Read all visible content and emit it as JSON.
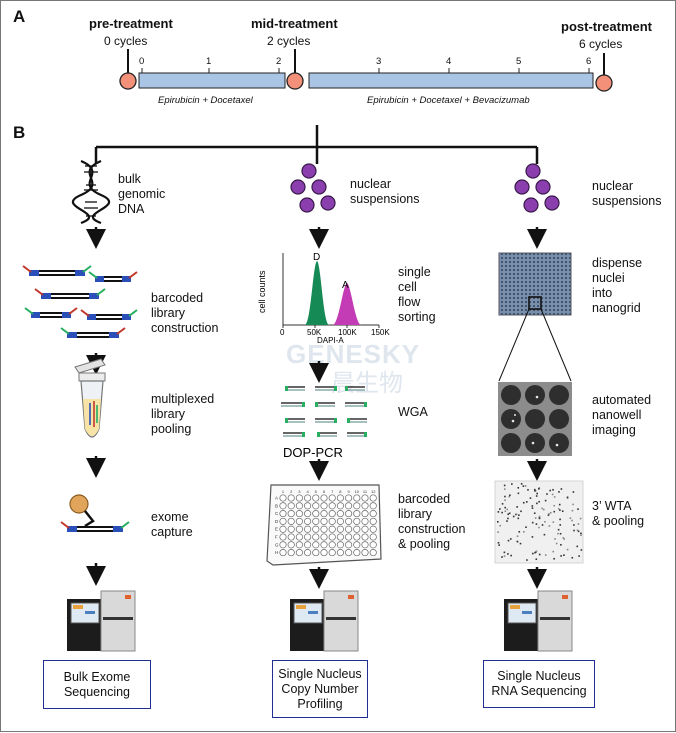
{
  "panel_a": {
    "letter": "A",
    "timepoints": [
      {
        "title": "pre-treatment",
        "cycles": "0 cycles"
      },
      {
        "title": "mid-treatment",
        "cycles": "2 cycles"
      },
      {
        "title": "post-treatment",
        "cycles": "6 cycles"
      }
    ],
    "ticks": [
      "0",
      "1",
      "2",
      "3",
      "4",
      "5",
      "6"
    ],
    "regimen_1": "Epirubicin + Docetaxel",
    "regimen_2": "Epirubicin + Docetaxel + Bevacizumab",
    "colors": {
      "circle": "#f2907a",
      "bar": "#a9c4e4"
    }
  },
  "panel_b": {
    "letter": "B",
    "col1": {
      "steps": [
        "bulk\ngenomic\nDNA",
        "barcoded\nlibrary\nconstruction",
        "multiplexed\nlibrary\npooling",
        "exome\ncapture"
      ],
      "output": "Bulk Exome\nSequencing"
    },
    "col2": {
      "steps": [
        "nuclear\nsuspensions",
        "single\ncell\nflow\nsorting",
        "WGA",
        "barcoded\nlibrary\nconstruction\n& pooling"
      ],
      "dop_pcr": "DOP-PCR",
      "flow_plot": {
        "ylabel": "cell counts",
        "xlabel": "DAPI-A",
        "xticks": [
          "0",
          "50K",
          "100K",
          "150K"
        ],
        "peak_labels": [
          "D",
          "A"
        ],
        "colors": {
          "D": "#168a55",
          "A": "#c33bb5"
        }
      },
      "plate_rows": [
        "A",
        "B",
        "C",
        "D",
        "E",
        "F",
        "G",
        "H"
      ],
      "plate_cols": [
        "1",
        "2",
        "3",
        "4",
        "5",
        "6",
        "7",
        "8",
        "9",
        "10",
        "11",
        "12"
      ],
      "output": "Single Nucleus\nCopy Number\nProfiling"
    },
    "col3": {
      "steps": [
        "nuclear\nsuspensions",
        "dispense\nnuclei\ninto\nnanogrid",
        "automated\nnanowell\nimaging",
        "3’ WTA\n& pooling"
      ],
      "output": "Single Nucleus\nRNA Sequencing"
    },
    "colors": {
      "nuclei": "#8b3fae",
      "output_border": "#1f2f8f"
    }
  },
  "watermark": {
    "text": "GENESKY",
    "subtext": "晨生物"
  }
}
